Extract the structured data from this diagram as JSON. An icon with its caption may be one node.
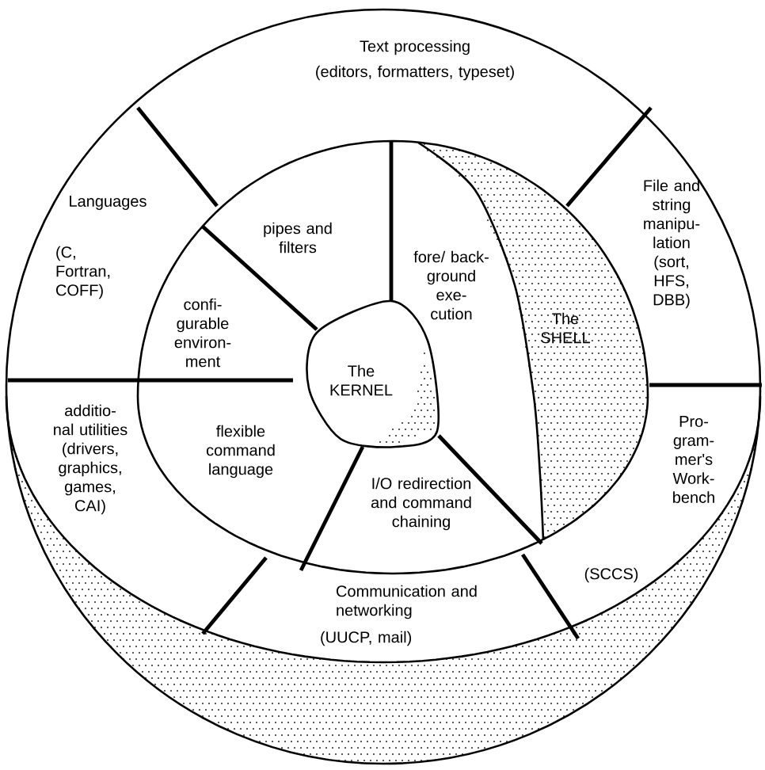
{
  "diagram": {
    "nodes": [
      {
        "text": [
          "Text processing",
          "(editors, formatters, typeset)"
        ]
      },
      {
        "text": [
          "Languages",
          "(C, Fortran, COFF)"
        ]
      },
      {
        "text": [
          "pipes and filters"
        ]
      },
      {
        "text": [
          "fore/ back- ground exe- cution"
        ]
      },
      {
        "text": [
          "The SHELL"
        ]
      },
      {
        "text": [
          "File and string manipu- lation (sort, HFS, DBB)"
        ]
      },
      {
        "text": [
          "confi- gurable environ- ment"
        ]
      },
      {
        "text": [
          "The KERNEL"
        ]
      },
      {
        "text": [
          "additio- nal utilities (drivers, graphics, games, CAI)"
        ]
      },
      {
        "text": [
          "flexible command language"
        ]
      },
      {
        "text": [
          "I/O redirection and command chaining"
        ]
      },
      {
        "text": [
          "Pro- gram- mer's Work- bench",
          "(SCCS)"
        ]
      },
      {
        "text": [
          "Communication and networking",
          "(UUCP, mail)"
        ]
      }
    ]
  }
}
